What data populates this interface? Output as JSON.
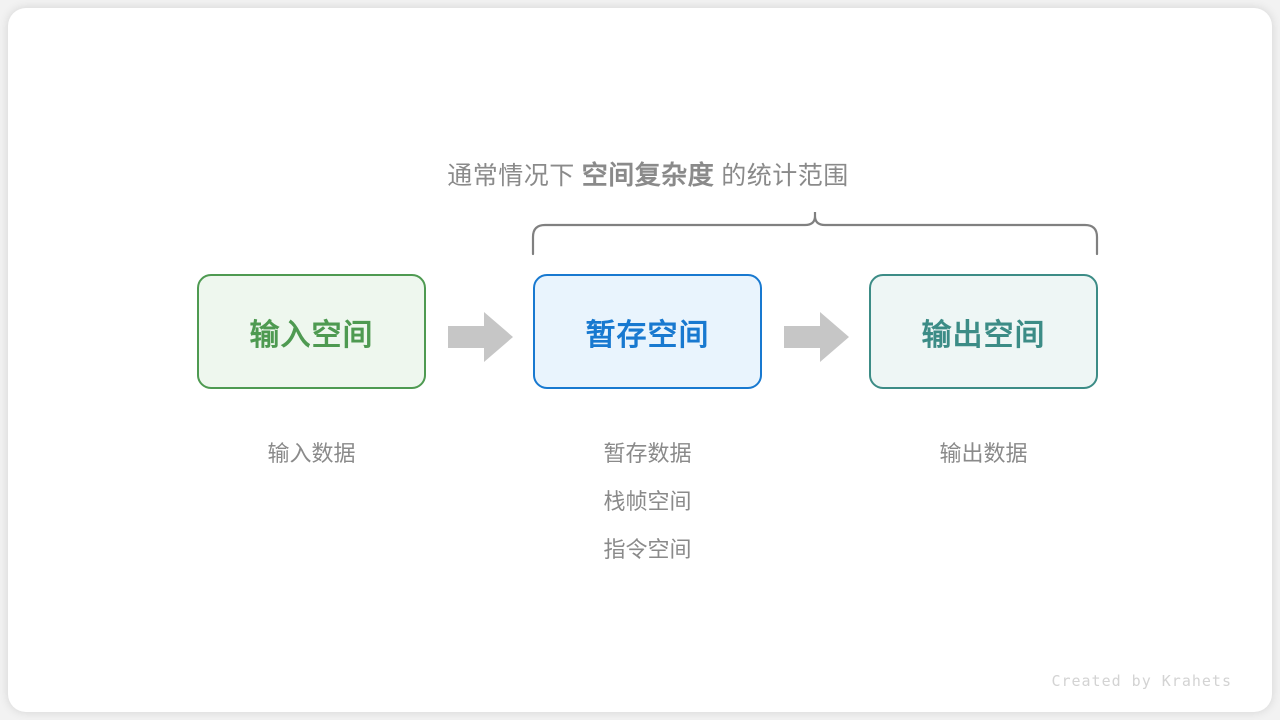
{
  "caption": {
    "prefix": "通常情况下",
    "emphasis": "空间复杂度",
    "suffix": "的统计范围"
  },
  "boxes": [
    {
      "id": "input",
      "label": "输入空间",
      "border_color": "#4e9a51",
      "fill_color": "#eef7ee",
      "text_color": "#4e9a51"
    },
    {
      "id": "temp",
      "label": "暂存空间",
      "border_color": "#1879d0",
      "fill_color": "#e9f4fd",
      "text_color": "#1879d0"
    },
    {
      "id": "output",
      "label": "输出空间",
      "border_color": "#3c8c86",
      "fill_color": "#eef6f5",
      "text_color": "#3c8c86"
    }
  ],
  "arrows": [
    {
      "id": "arrow-1",
      "name": "arrow-input-to-temp",
      "color": "#c6c6c6"
    },
    {
      "id": "arrow-2",
      "name": "arrow-temp-to-output",
      "color": "#c6c6c6"
    }
  ],
  "labels": {
    "input": {
      "line1": "输入数据"
    },
    "temp": {
      "line1": "暂存数据",
      "line2": "栈帧空间",
      "line3": "指令空间"
    },
    "output": {
      "line1": "输出数据"
    }
  },
  "brace": {
    "color": "#808080",
    "spans_from_box": "temp",
    "spans_to_box": "output"
  },
  "watermark": "Created by Krahets",
  "theme": {
    "page_background": "#f2f2f2",
    "card_background": "#ffffff",
    "muted_text": "#8a8a8a",
    "watermark_color": "#d3d3d3"
  }
}
